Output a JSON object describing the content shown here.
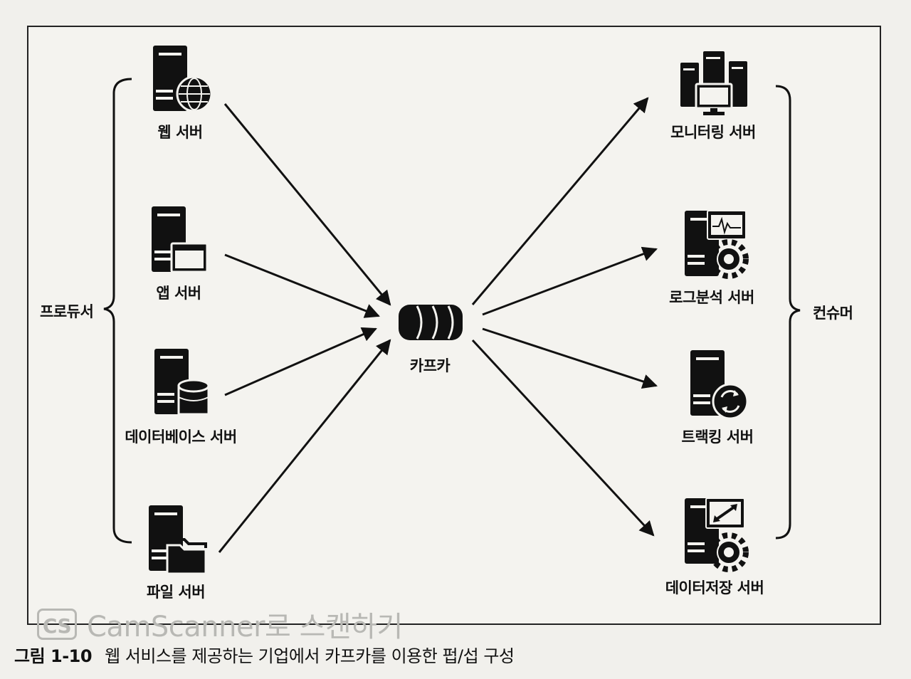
{
  "producers": {
    "group_label": "프로듀서",
    "items": [
      {
        "label": "웹 서버",
        "icon": "web-server-icon"
      },
      {
        "label": "앱 서버",
        "icon": "app-server-icon"
      },
      {
        "label": "데이터베이스 서버",
        "icon": "database-server-icon"
      },
      {
        "label": "파일 서버",
        "icon": "file-server-icon"
      }
    ]
  },
  "hub": {
    "label": "카프카",
    "icon": "kafka-cluster-icon"
  },
  "consumers": {
    "group_label": "컨슈머",
    "items": [
      {
        "label": "모니터링 서버",
        "icon": "monitoring-server-icon"
      },
      {
        "label": "로그분석 서버",
        "icon": "log-analysis-server-icon"
      },
      {
        "label": "트랙킹 서버",
        "icon": "tracking-server-icon"
      },
      {
        "label": "데이터저장 서버",
        "icon": "data-storage-server-icon"
      }
    ]
  },
  "watermark": {
    "badge": "CS",
    "text": "CamScanner로 스캔하기"
  },
  "caption": {
    "figure": "그림 1-10",
    "text": "웹 서비스를 제공하는 기업에서 카프카를 이용한 펍/섭 구성"
  }
}
